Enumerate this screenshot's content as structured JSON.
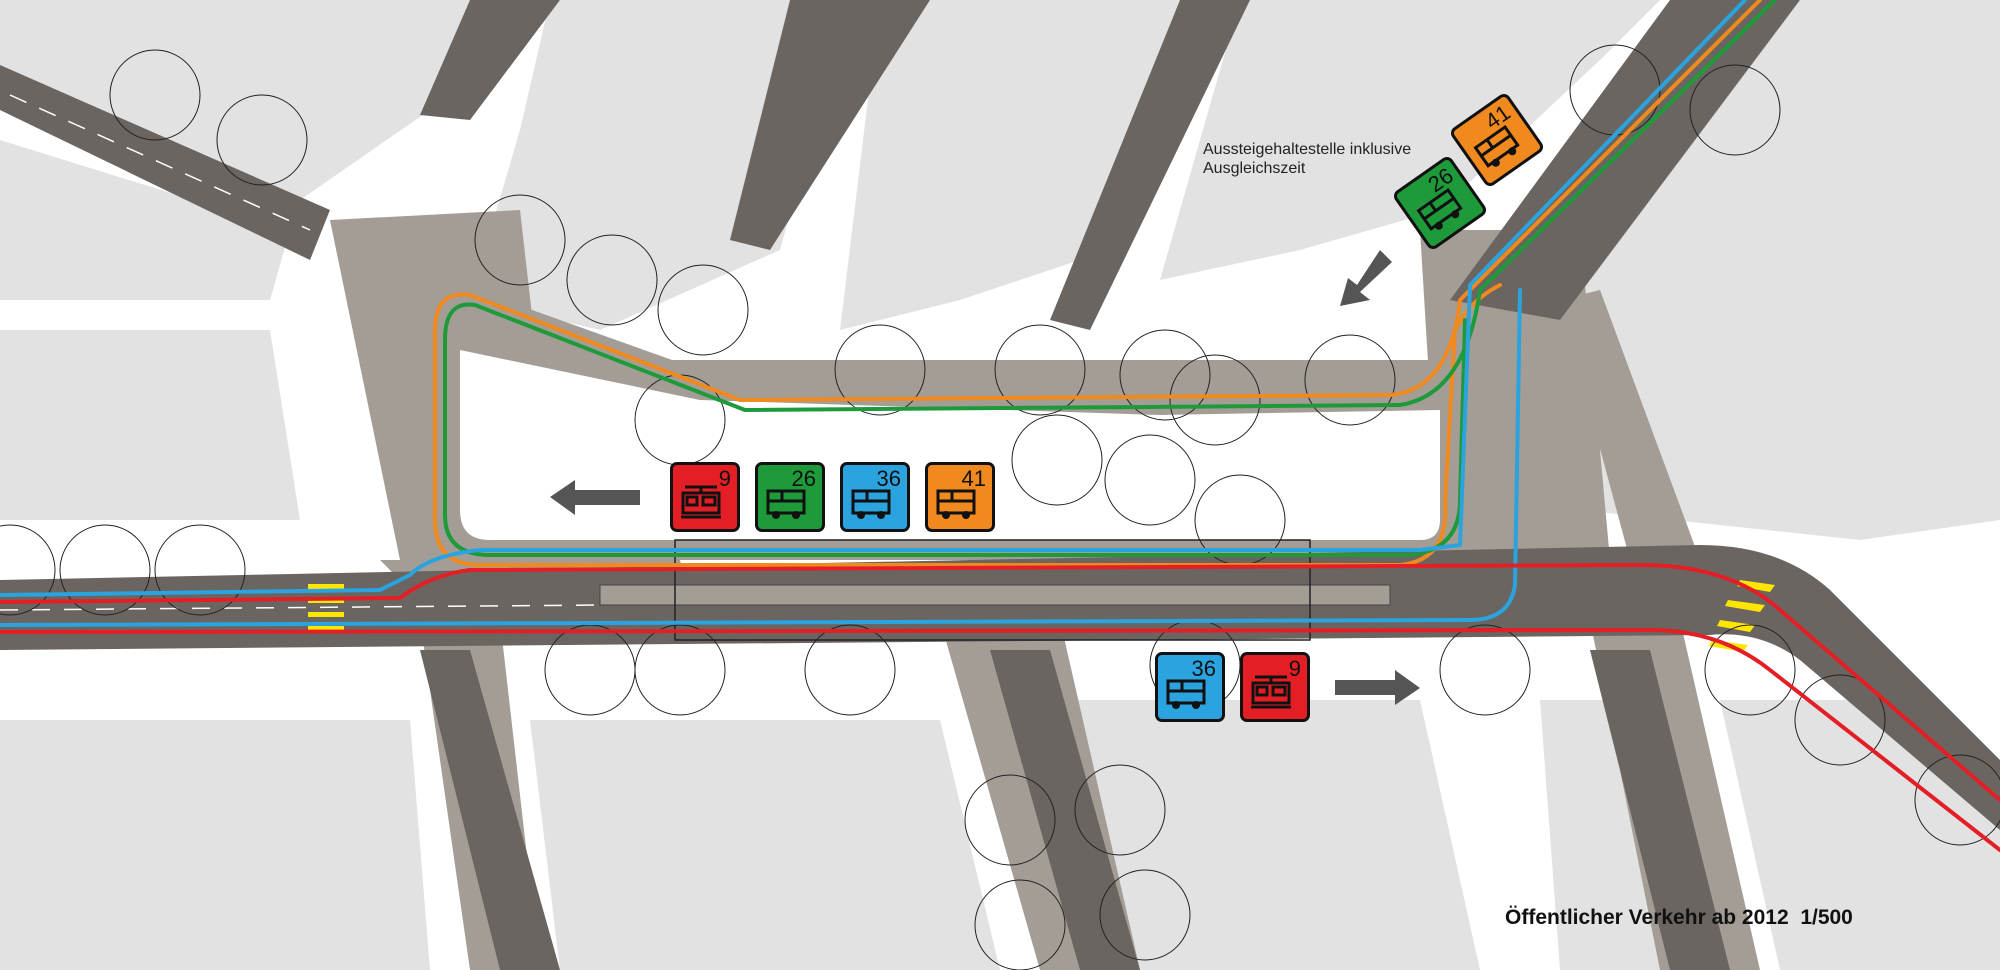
{
  "map": {
    "title": "Öffentlicher Verkehr ab 2012",
    "scale": "1/500",
    "annotation_line1": "Aussteigehaltestelle inklusive",
    "annotation_line2": "Ausgleichszeit"
  },
  "colors": {
    "building": "#e2e2e2",
    "street": "#6b6561",
    "sidewalk": "#a39d96",
    "line_9": "#e41e25",
    "line_26": "#1e9a3b",
    "line_36": "#2aa3df",
    "line_41": "#f08a1f",
    "crosswalk": "#ffe600",
    "arrow": "#555555"
  },
  "lines": [
    {
      "id": "9",
      "mode": "tram",
      "color": "#e41e25"
    },
    {
      "id": "26",
      "mode": "bus",
      "color": "#1e9a3b"
    },
    {
      "id": "36",
      "mode": "bus",
      "color": "#2aa3df"
    },
    {
      "id": "41",
      "mode": "bus",
      "color": "#f08a1f"
    }
  ],
  "badges_west": [
    {
      "line": "9",
      "icon": "tram-icon",
      "color": "#e41e25"
    },
    {
      "line": "26",
      "icon": "bus-icon",
      "color": "#1e9a3b"
    },
    {
      "line": "36",
      "icon": "bus-icon",
      "color": "#2aa3df"
    },
    {
      "line": "41",
      "icon": "bus-icon",
      "color": "#f08a1f"
    }
  ],
  "badges_east": [
    {
      "line": "36",
      "icon": "bus-icon",
      "color": "#2aa3df"
    },
    {
      "line": "9",
      "icon": "tram-icon",
      "color": "#e41e25"
    }
  ],
  "badges_north": [
    {
      "line": "26",
      "icon": "bus-icon",
      "color": "#1e9a3b"
    },
    {
      "line": "41",
      "icon": "bus-icon",
      "color": "#f08a1f"
    }
  ],
  "arrows": [
    "arrow-left-icon",
    "arrow-right-icon",
    "arrow-southwest-icon"
  ]
}
